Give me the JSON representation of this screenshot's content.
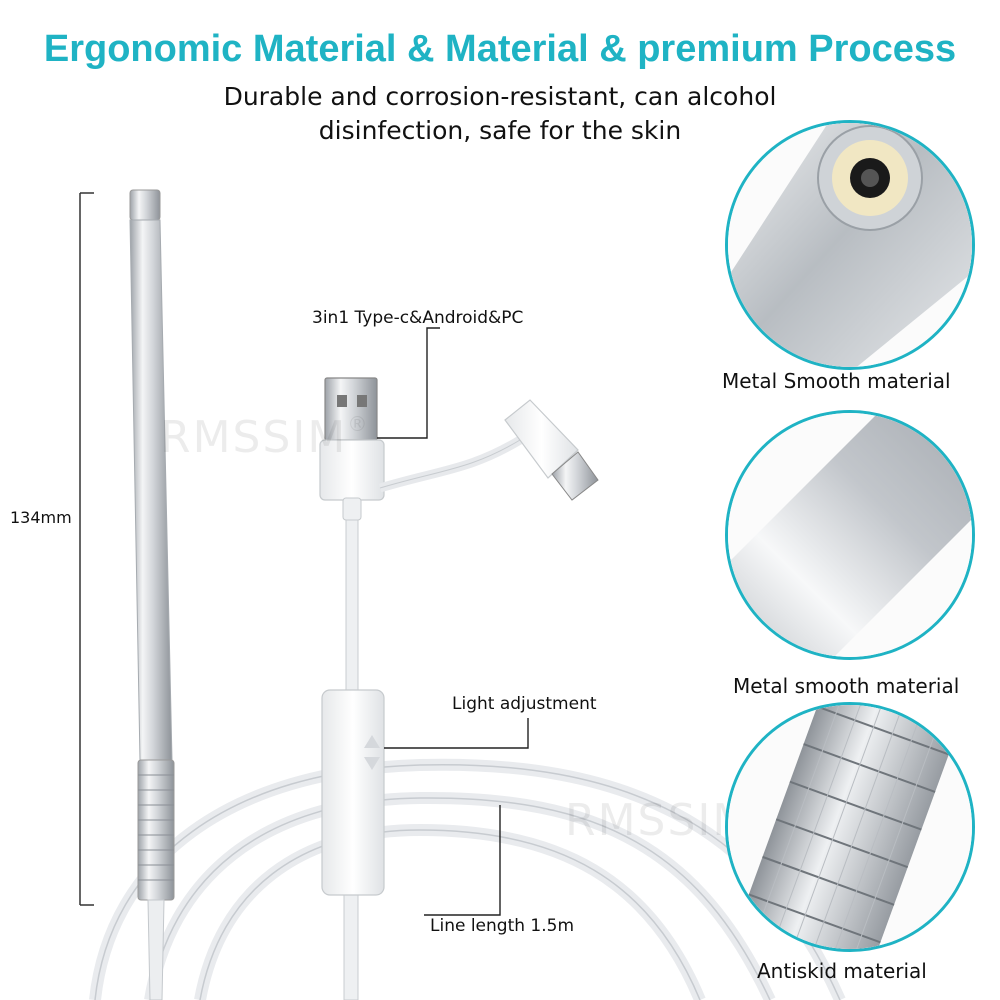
{
  "header": {
    "title": "Ergonomic Material & Material & premium Process",
    "subtitle_line1": "Durable and corrosion-resistant, can alcohol",
    "subtitle_line2": "disinfection, safe for the skin"
  },
  "dimension": {
    "length_label": "134mm"
  },
  "callouts": {
    "connector": "3in1 Type-c&Android&PC",
    "light": "Light adjustment",
    "cable": "Line length 1.5m"
  },
  "details": [
    {
      "caption": "Metal Smooth material"
    },
    {
      "caption": "Metal smooth material"
    },
    {
      "caption": "Antiskid material"
    }
  ],
  "watermark": {
    "text": "RMSSIM",
    "mark": "®"
  },
  "colors": {
    "accent": "#1fb3c4",
    "text": "#111111",
    "metal": "#c9cdd2"
  }
}
